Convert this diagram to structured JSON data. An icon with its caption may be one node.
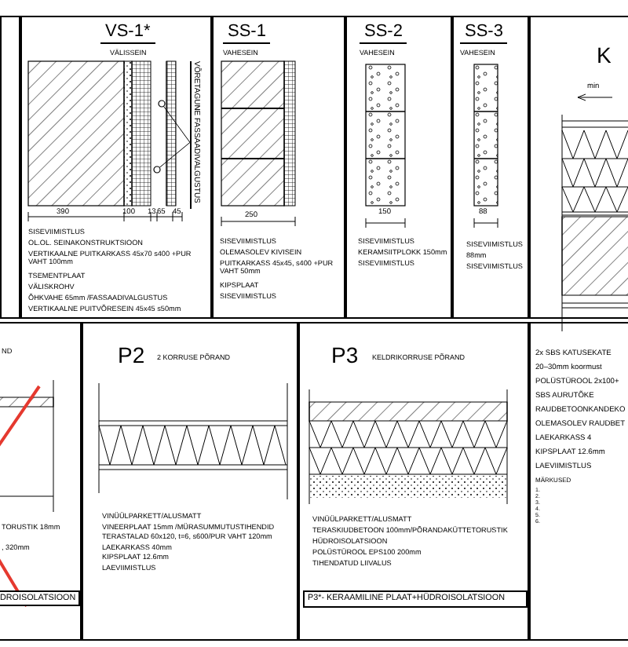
{
  "diagram": {
    "nodes": [
      {
        "text": [],
        "shape": "box"
      },
      {
        "text": [
          "VS-1*",
          "VÄLISSEIN",
          "SISEVIIMISTLUS",
          "OL.OL. SEINAKONSTRUKTSIOON",
          "VERTIKAALNE PUITKARKASS 45x70 s400 +PUR VAHT 100mm",
          "TSEMENTPLAAT",
          "VÄLISKROHV",
          "ÕHKVAHE 65mm /FASSAADIVALGUSTUS",
          "VERTIKAALNE PUITVÕRESEIN 45x45 s50mm"
        ]
      },
      {
        "text": [
          "VÕRETAGUNE FASSAADIVALGUSTUS"
        ],
        "in": 1
      },
      {
        "text": [
          "SS-1",
          "VAHESEIN",
          "SISEVIIMISTLUS",
          "OLEMASOLEV KIVISEIN",
          "PUITKARKASS 45x45, s400 +PUR VAHT 50mm",
          "KIPSPLAAT",
          "SISEVIIMISTLUS"
        ]
      },
      {
        "text": [
          "SS-2",
          "VAHESEIN",
          "SISEVIIMISTLUS",
          "KERAMSIITPLOKK 150mm",
          "SISEVIIMISTLUS"
        ]
      },
      {
        "text": [
          "SS-3",
          "VAHESEIN",
          "SISEVIIMISTLUS",
          "88mm",
          "SISEVIIMISTLUS"
        ]
      },
      {
        "text": [
          "K"
        ]
      },
      {
        "text": [
          "ND",
          "TORUSTIK 18mm",
          ", 320mm"
        ]
      },
      {
        "text": [
          "DROISOLATSIOON"
        ],
        "in": 7
      },
      {
        "text": [
          "P2",
          "2 KORRUSE PÕRAND",
          "VINÜÜLPARKETT/ALUSMATT",
          "VINEERPLAAT 15mm /MÜRASUMMUTUSTIHENDID",
          "TERASTALAD 60x120, t=6, s600/PUR VAHT 120mm",
          "LAEKARKASS 40mm",
          "KIPSPLAAT 12.6mm",
          "LAEVIIMISTLUS"
        ]
      },
      {
        "text": [
          "P3",
          "KELDRIKORRUSE PÕRAND",
          "VINÜÜLPARKETT/ALUSMATT",
          "TERASKIUDBETOON 100mm/PÕRANDAKÜTTETORUSTIK",
          "HÜDROISOLATSIOON",
          "POLÜSTÜROOL EPS100 200mm",
          "TIHENDATUD LIIVALUS"
        ]
      },
      {
        "text": [
          "P3*- KERAAMILINE PLAAT+HÜDROISOLATSIOON"
        ],
        "in": 10
      },
      {
        "text": [
          "2x SBS KATUSEKATE",
          "20–30mm koormust",
          "POLÜSTÜROOL 2x100+",
          "SBS AURUTÕKE",
          "RAUDBETOONKANDEKO",
          "OLEMASOLEV RAUDBET",
          "LAEKARKASS 4",
          "KIPSPLAAT 12.6mm",
          "LAEVIIMISTLUS",
          "MÄRKUSED"
        ]
      }
    ],
    "edges": [
      {
        "from": 2,
        "to": null,
        "arrow": "other"
      },
      {
        "from": 2,
        "to": null,
        "arrow": "other"
      }
    ],
    "labels": [
      "390",
      "100",
      "13",
      "65",
      "45",
      "250",
      "150",
      "88",
      "min",
      "1.",
      "2.",
      "3.",
      "4.",
      "5.",
      "6."
    ]
  }
}
